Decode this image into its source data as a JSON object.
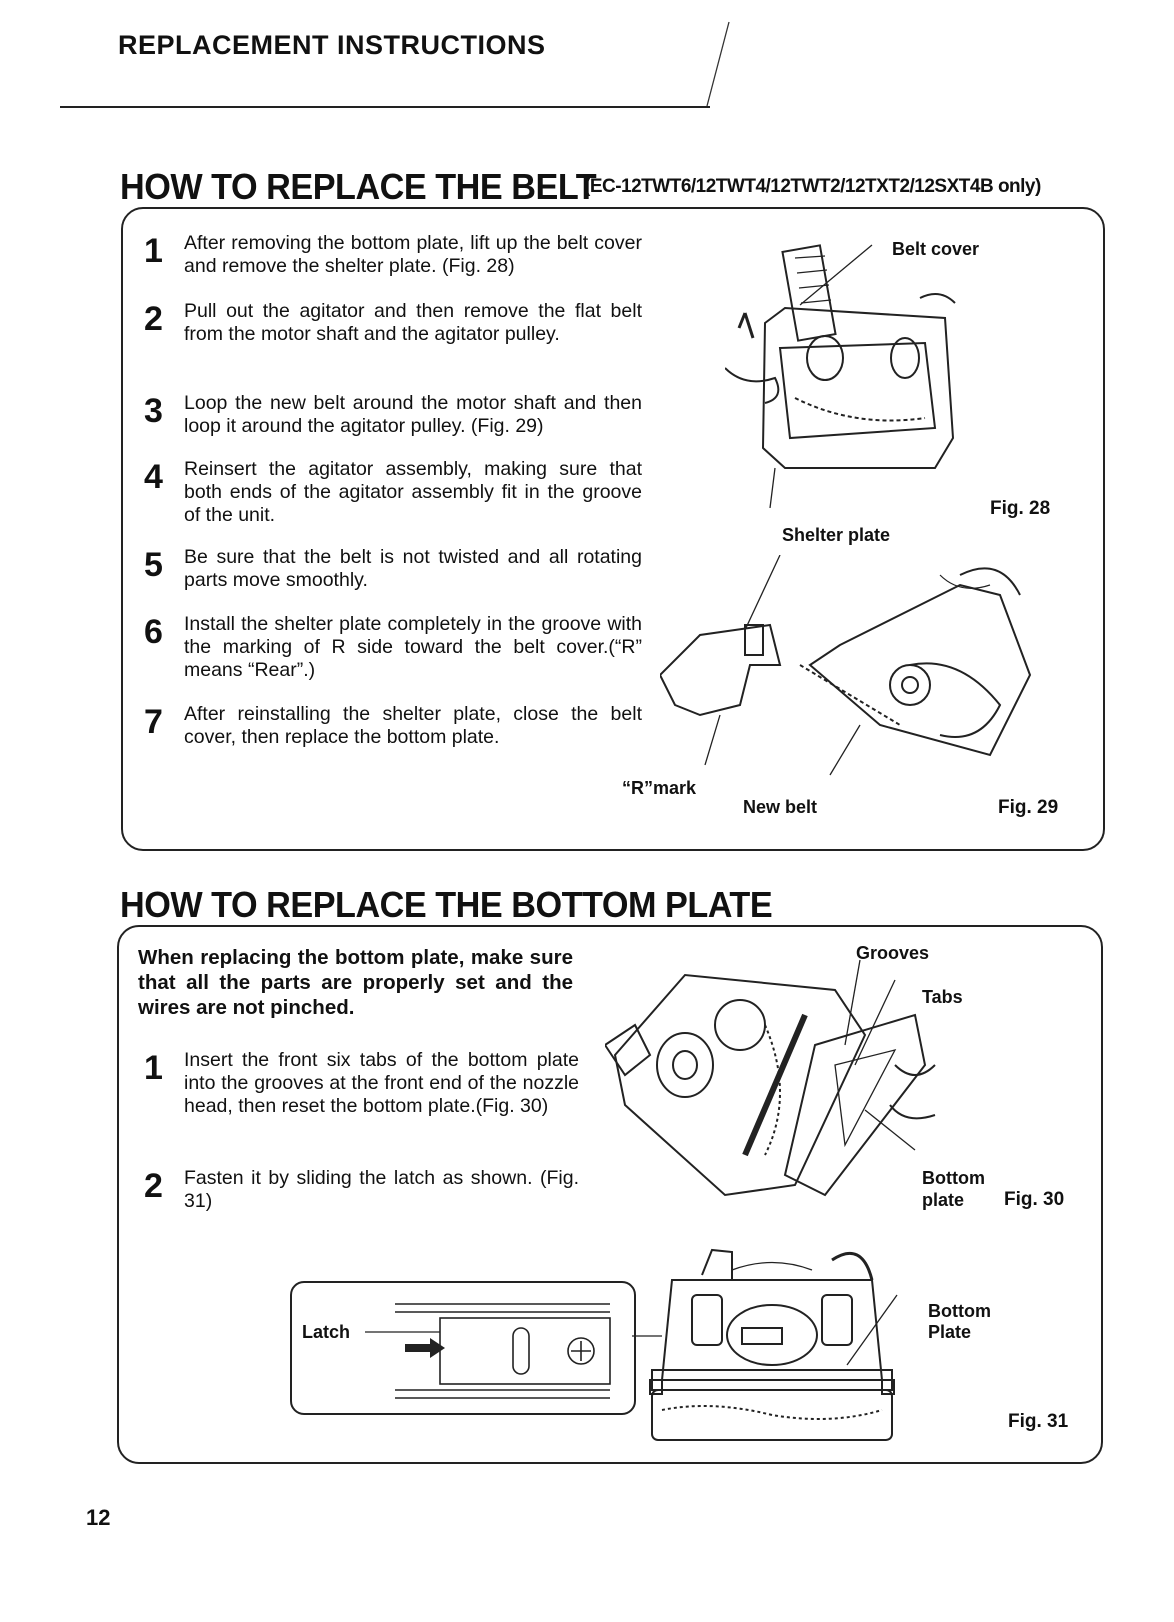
{
  "header": {
    "section": "REPLACEMENT INSTRUCTIONS"
  },
  "belt_section": {
    "title": "HOW TO REPLACE THE BELT",
    "models": "(EC-12TWT6/12TWT4/12TWT2/12TXT2/12SXT4B only)",
    "steps": [
      {
        "num": "1",
        "text": "After removing the bottom plate, lift up the belt cover and remove the shelter plate. (Fig. 28)"
      },
      {
        "num": "2",
        "text": "Pull out the agitator and then remove the flat belt from the motor shaft and the agitator pulley."
      },
      {
        "num": "3",
        "text": "Loop the new belt around the motor shaft and then loop it around the agitator pulley. (Fig. 29)"
      },
      {
        "num": "4",
        "text": "Reinsert the agitator assembly, making sure that both ends of the agitator assembly fit in the groove of the unit."
      },
      {
        "num": "5",
        "text": "Be sure that the belt is not twisted and all rotating parts move smoothly."
      },
      {
        "num": "6",
        "text": "Install the shelter plate completely in the groove with the marking of R side toward the belt cover.(“R” means “Rear”.)"
      },
      {
        "num": "7",
        "text": "After reinstalling the shelter plate, close the belt cover, then replace the bottom plate."
      }
    ],
    "labels": {
      "belt_cover": "Belt cover",
      "shelter_plate": "Shelter plate",
      "fig28": "Fig. 28",
      "r_mark": "“R”mark",
      "new_belt": "New belt",
      "fig29": "Fig. 29"
    }
  },
  "plate_section": {
    "title": "HOW TO REPLACE THE BOTTOM  PLATE",
    "note": "When replacing the bottom plate, make sure that all the parts are properly set and the wires are not pinched.",
    "steps": [
      {
        "num": "1",
        "text": "Insert the front six tabs of the bottom plate into the grooves at the front end of the nozzle head, then reset the bottom plate.(Fig. 30)"
      },
      {
        "num": "2",
        "text": "Fasten it by sliding the latch as shown. (Fig. 31)"
      }
    ],
    "labels": {
      "grooves": "Grooves",
      "tabs": "Tabs",
      "bottom_plate_30": "Bottom plate",
      "fig30": "Fig. 30",
      "latch": "Latch",
      "bottom_plate_31": "Bottom Plate",
      "fig31": "Fig. 31"
    }
  },
  "footer": {
    "page_number": "12"
  }
}
